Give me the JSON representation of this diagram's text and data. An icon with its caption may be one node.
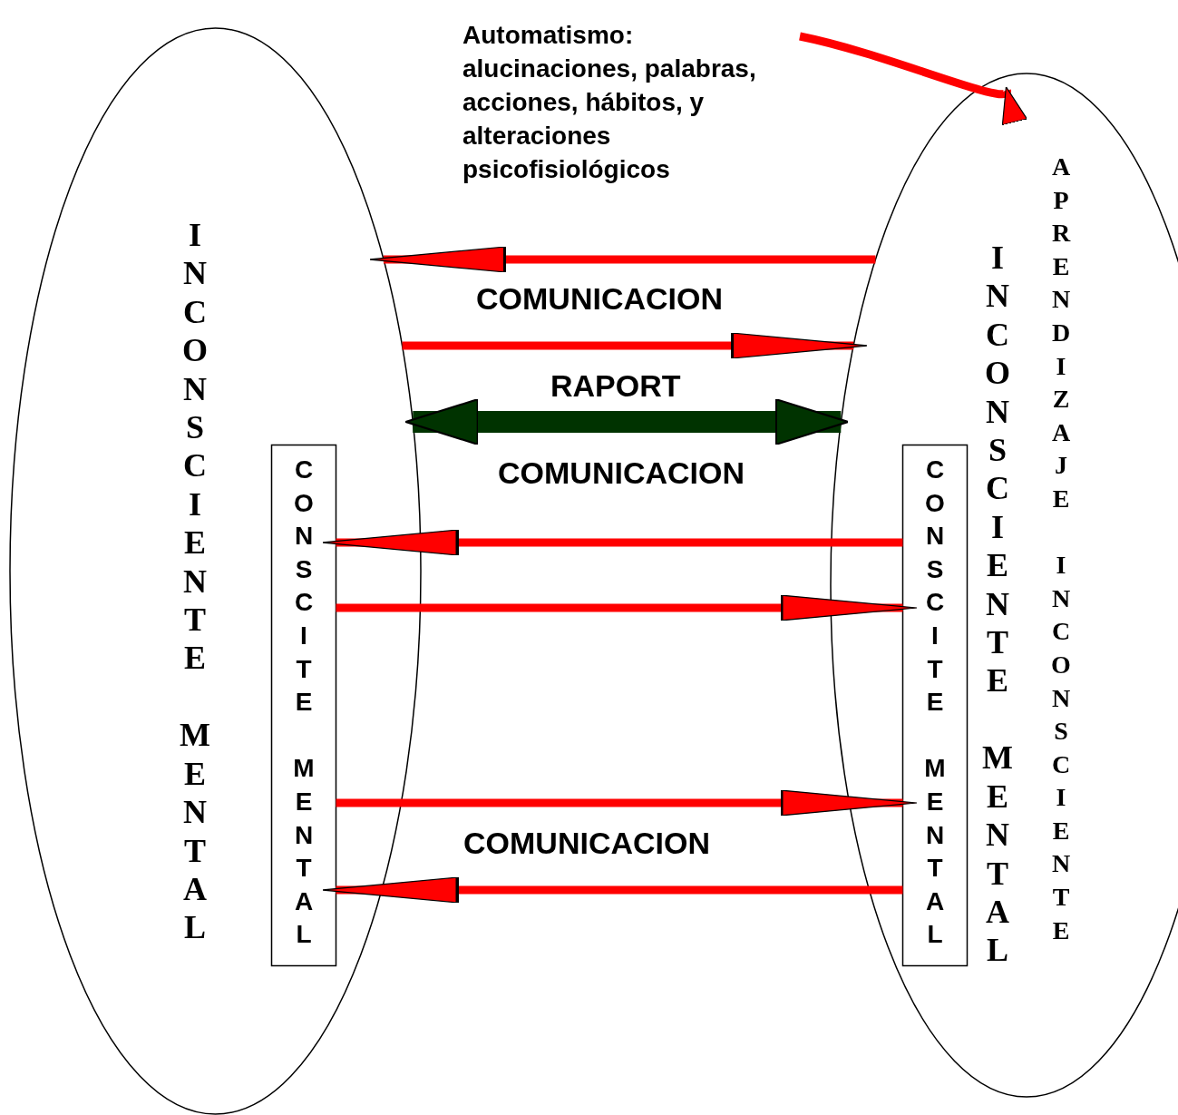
{
  "diagram": {
    "nodes": [
      {
        "text": [
          "INCONSCIENTE MENTAL"
        ]
      },
      {
        "text": [
          "CONSCITE MENTAL"
        ],
        "in": 0
      },
      {
        "text": [
          "INCONSCIENTE MENTAL",
          "APRENDIZAJE INCONSCIENTE"
        ]
      },
      {
        "text": [
          "CONSCITE MENTAL"
        ],
        "in": 2
      },
      {
        "text": [
          "Automatismo: alucinaciones, palabras, acciones, hábitos, y alteraciones psicofisiológicos"
        ]
      }
    ],
    "edges": [
      {
        "from": 2,
        "to": 0,
        "arrow": "to"
      },
      {
        "from": 0,
        "to": 2,
        "arrow": "to"
      },
      {
        "from": 0,
        "to": 2,
        "arrow": "both",
        "style": "thick",
        "color": "#003300"
      },
      {
        "from": 3,
        "to": 1,
        "arrow": "to"
      },
      {
        "from": 1,
        "to": 3,
        "arrow": "to"
      },
      {
        "from": 1,
        "to": 3,
        "arrow": "to"
      },
      {
        "from": 3,
        "to": 1,
        "arrow": "to"
      },
      {
        "from": 4,
        "to": 2,
        "arrow": "to",
        "color": "#ff0000"
      }
    ],
    "labels": [
      "COMUNICACION",
      "RAPORT",
      "COMUNICACION",
      "COMUNICACION"
    ]
  }
}
